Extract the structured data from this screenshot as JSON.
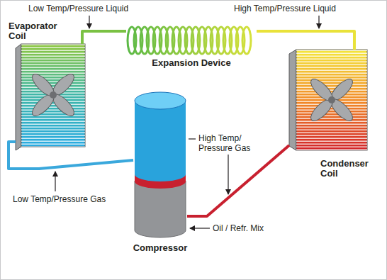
{
  "diagram": {
    "nodes": [
      {
        "text": [
          "Evaporator Coil"
        ]
      },
      {
        "text": [
          "Expansion Device"
        ]
      },
      {
        "text": [
          "Condenser Coil"
        ]
      },
      {
        "text": [
          "Compressor"
        ]
      }
    ],
    "edges": [
      {
        "from": 3,
        "to": 2,
        "arrow": "none"
      },
      {
        "from": 2,
        "to": 1,
        "arrow": "none"
      },
      {
        "from": 1,
        "to": 0,
        "arrow": "none"
      },
      {
        "from": 0,
        "to": 3,
        "arrow": "none"
      }
    ],
    "labels": [
      "Low Temp/Pressure Liquid",
      "High Temp/Pressure Liquid",
      "High Temp/ Pressure Gas",
      "Low Temp/Pressure Gas",
      "Oil / Refr. Mix"
    ]
  }
}
